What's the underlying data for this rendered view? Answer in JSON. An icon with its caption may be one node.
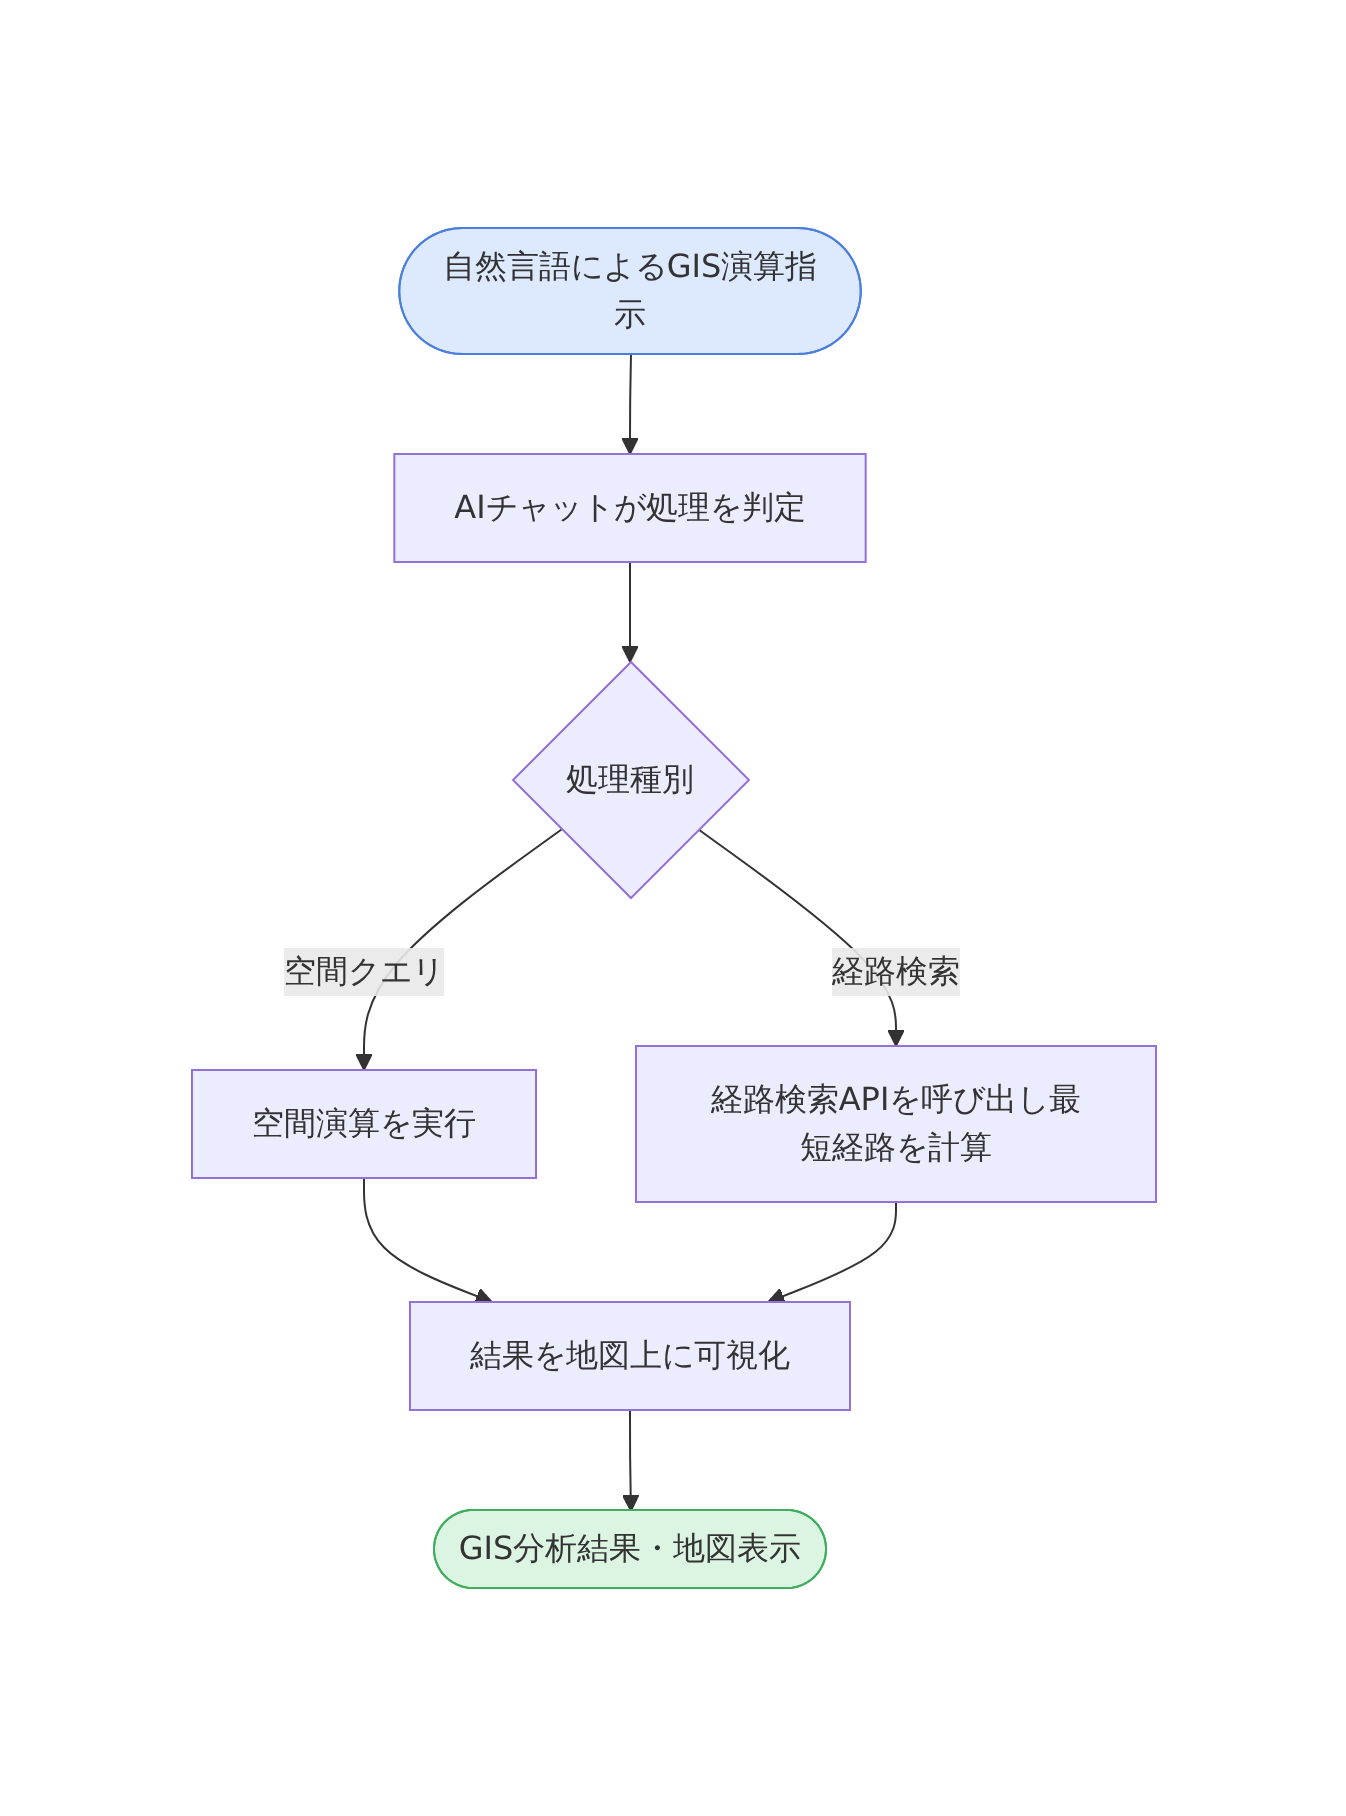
{
  "diagram": {
    "nodes": [
      {
        "text": [
          "自然言語によるGIS演算指示"
        ]
      },
      {
        "text": [
          "AIチャットが処理を判定"
        ]
      },
      {
        "text": [
          "処理種別"
        ]
      },
      {
        "text": [
          "空間演算を実行"
        ]
      },
      {
        "text": [
          "経路検索APIを呼び出し最短経路を計算"
        ]
      },
      {
        "text": [
          "結果を地図上に可視化"
        ]
      },
      {
        "text": [
          "GIS分析結果・地図表示"
        ]
      }
    ],
    "edges": [
      {
        "from": 0,
        "to": 1,
        "arrow": "to"
      },
      {
        "from": 1,
        "to": 2,
        "arrow": "to"
      },
      {
        "from": 2,
        "to": 3,
        "label": "空間クエリ",
        "arrow": "to"
      },
      {
        "from": 2,
        "to": 4,
        "label": "経路検索",
        "arrow": "to"
      },
      {
        "from": 3,
        "to": 5,
        "arrow": "to"
      },
      {
        "from": 4,
        "to": 5,
        "arrow": "to"
      },
      {
        "from": 5,
        "to": 6,
        "arrow": "to"
      }
    ]
  }
}
